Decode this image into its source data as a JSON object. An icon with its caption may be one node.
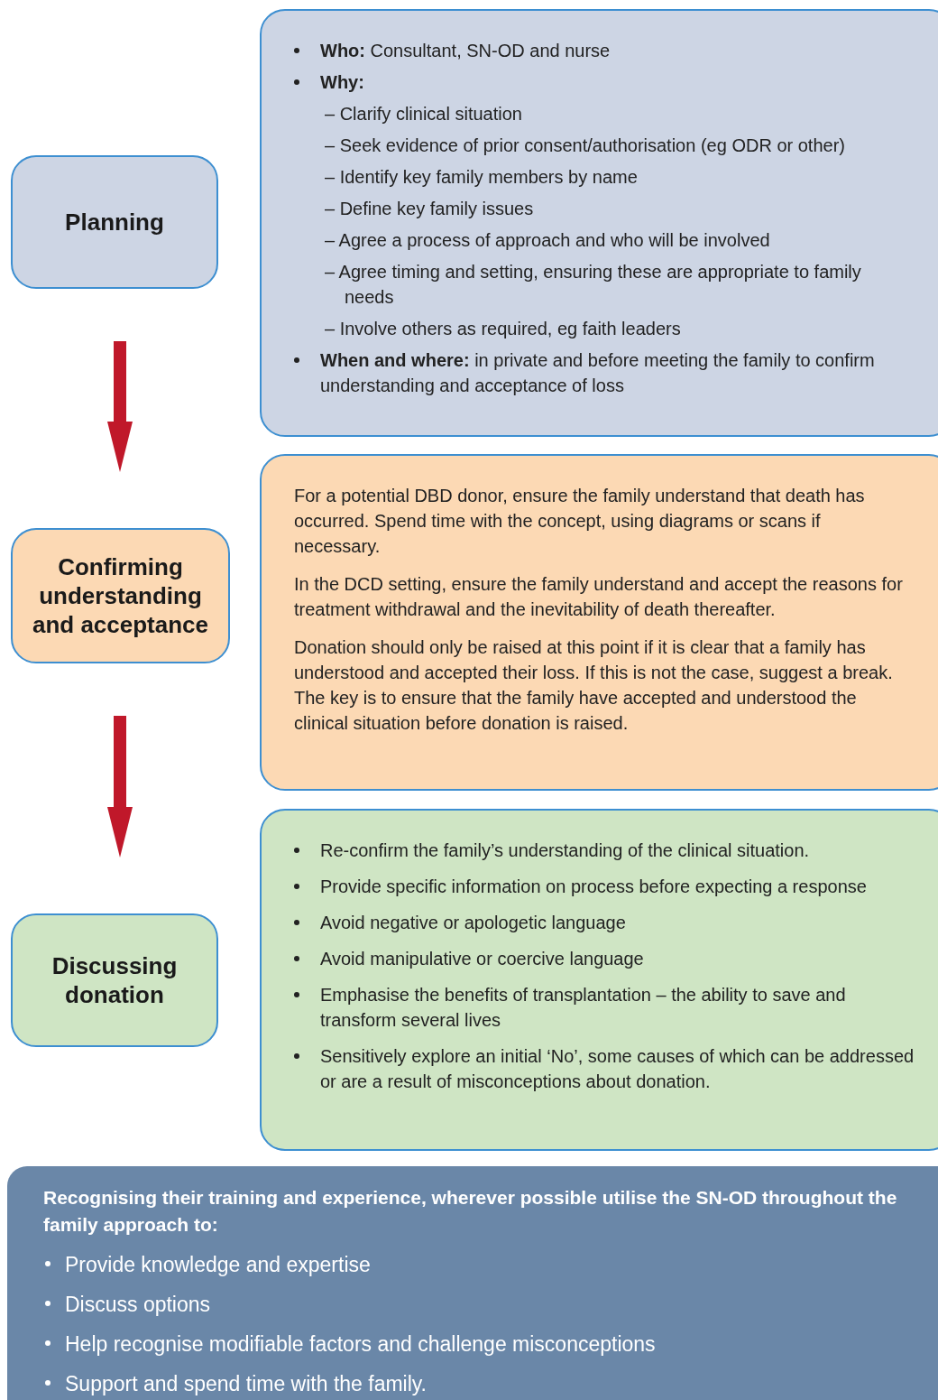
{
  "diagram": {
    "nodes": [
      {
        "text": [
          "Planning"
        ]
      },
      {
        "text": [
          "**Who:** Consultant, SN-OD and nurse",
          "Why:",
          "– Clarify clinical situation",
          "– Seek evidence of prior consent/authorisation (eg ODR or other)",
          "– Identify key family members by name",
          "– Define key family issues",
          "– Agree a process of approach and who will be involved",
          "– Agree timing and setting, ensuring these are appropriate to family needs",
          "– Involve others as required, eg faith leaders",
          "**When and where:** in private and before meeting the family to confirm understanding and acceptance of loss"
        ]
      },
      {
        "text": [
          "Confirming understanding and acceptance"
        ]
      },
      {
        "text": [
          "For a potential DBD donor, ensure the family understand that death has occurred. Spend time with the concept, using diagrams or scans if necessary.",
          "In the DCD setting, ensure the family understand and accept the reasons for treatment withdrawal and the inevitability of death thereafter.",
          "Donation should only be raised at this point if it is clear that a family has understood and accepted their loss. If this is not the case, suggest a break. The key is to ensure that the family have accepted and understood the clinical situation before donation is raised."
        ]
      },
      {
        "text": [
          "Discussing donation"
        ]
      },
      {
        "text": [
          "Re-confirm the family’s understanding of the clinical situation.",
          "Provide specific information on process before expecting a response",
          "Avoid negative or apologetic language",
          "Avoid manipulative or coercive language",
          "Emphasise the benefits of transplantation – the ability to save and transform several lives",
          "Sensitively explore an initial ‘No’, some causes of which can be addressed or are a result of misconceptions about donation."
        ]
      },
      {
        "text": [
          "Recognising their training and experience, wherever possible utilise the SN-OD throughout the family approach to:",
          "Provide knowledge and expertise",
          "Discuss options",
          "Help recognise modifiable factors and challenge misconceptions",
          "Support and spend time with the family."
        ]
      }
    ],
    "edges": [
      {
        "from": 0,
        "to": 2,
        "arrow": "to"
      },
      {
        "from": 2,
        "to": 4,
        "arrow": "to"
      }
    ]
  }
}
